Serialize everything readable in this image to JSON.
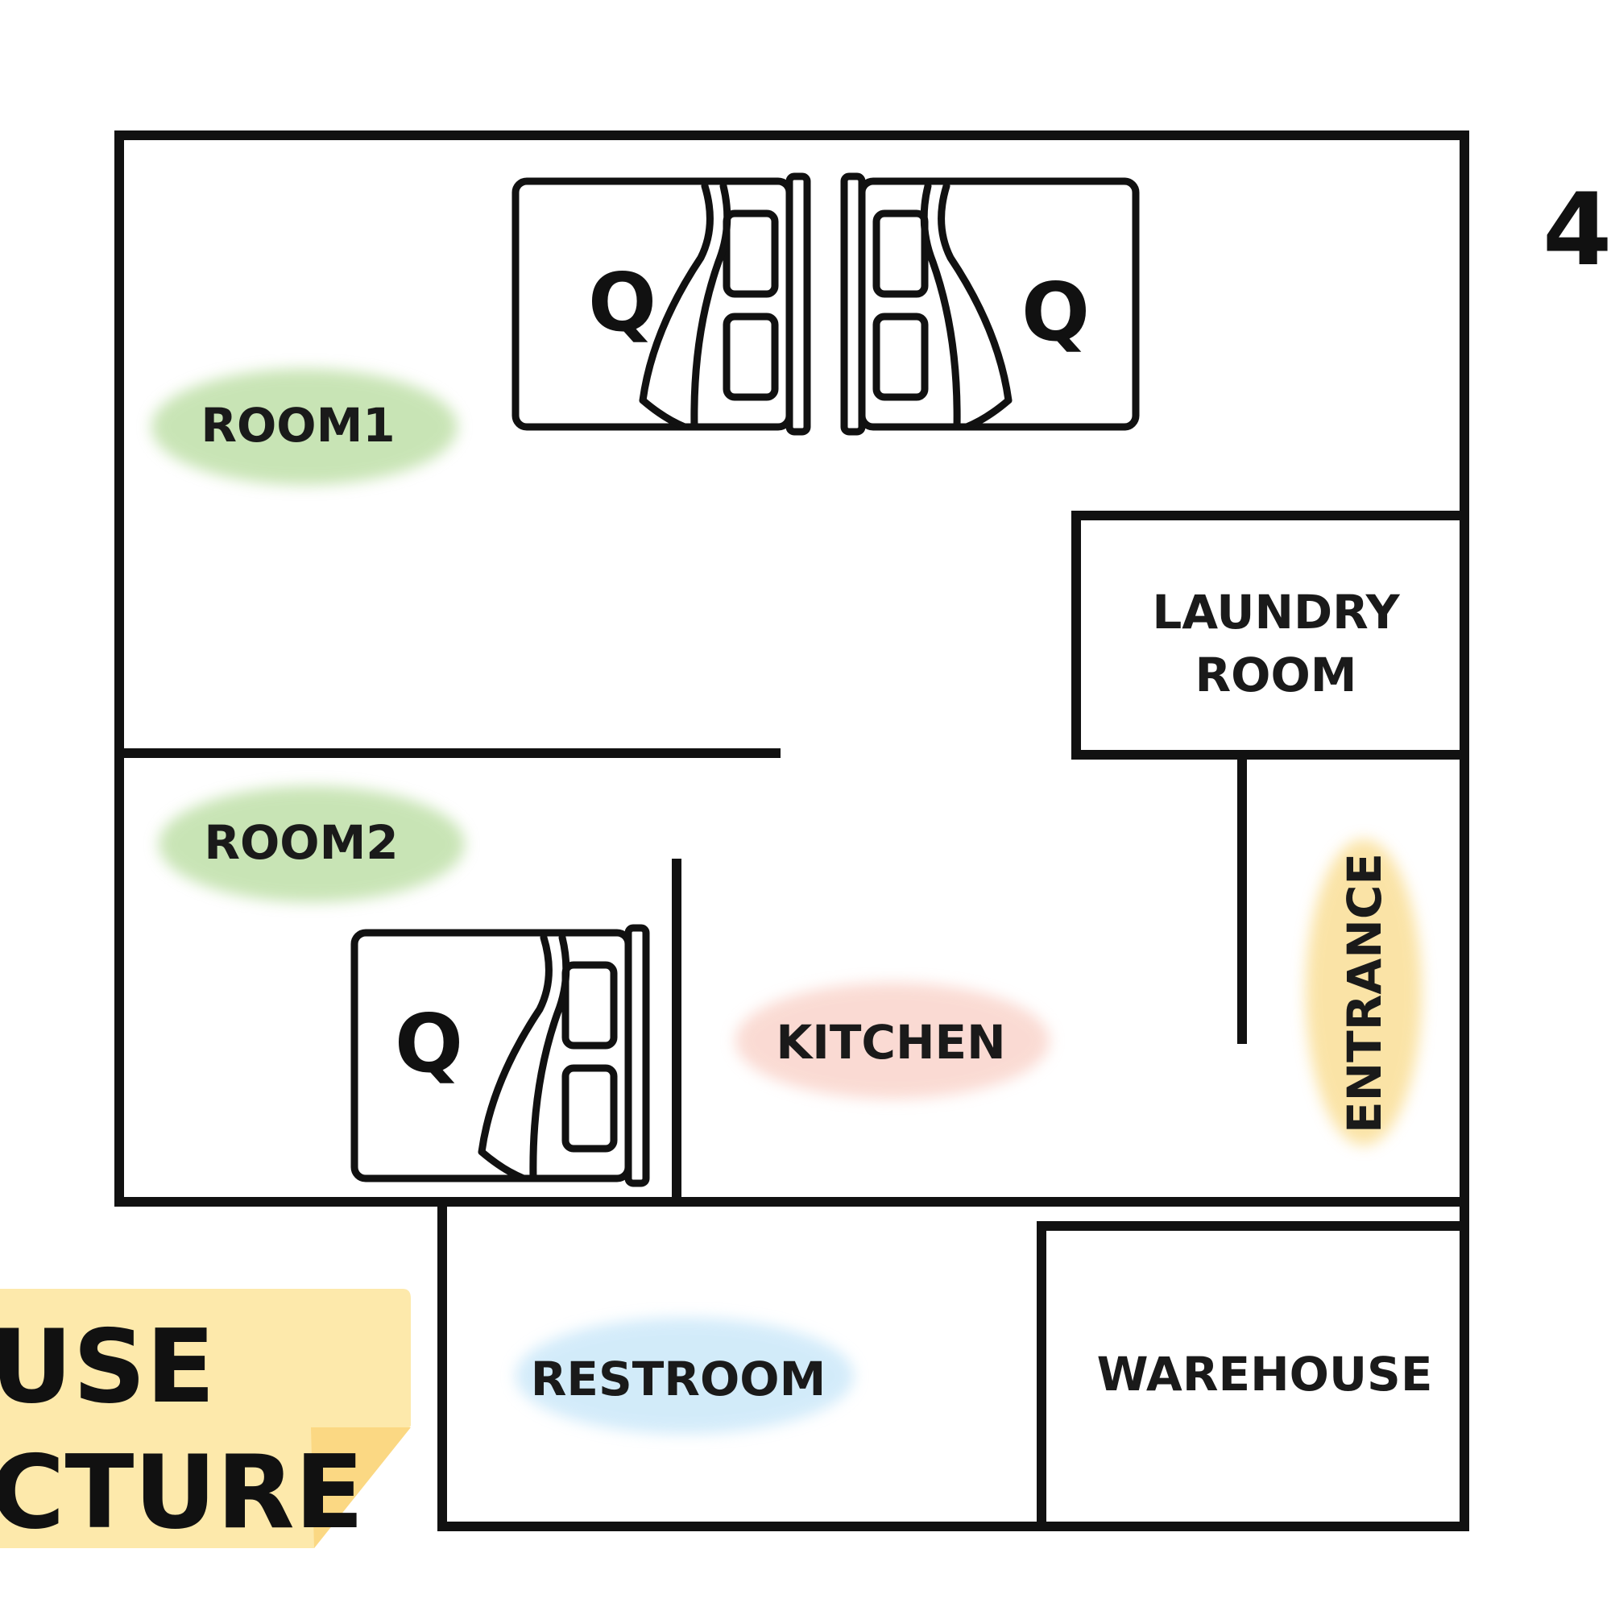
{
  "page_number": "4",
  "note": {
    "line1": "USE",
    "line2": "CTURE",
    "color": "#fde9ab",
    "fold_color": "#fbd883"
  },
  "rooms": {
    "room1": {
      "label": "ROOM1",
      "color": "#9ccf79"
    },
    "room2": {
      "label": "ROOM2",
      "color": "#9ccf79"
    },
    "laundry": {
      "line1": "LAUNDRY",
      "line2": "ROOM"
    },
    "entrance": {
      "label": "ENTRANCE",
      "color": "#f7cd5e"
    },
    "kitchen": {
      "label": "KITCHEN",
      "color": "#f6b7a8"
    },
    "restroom": {
      "label": "RESTROOM",
      "color": "#a7d8f5"
    },
    "warehouse": {
      "label": "WAREHOUSE"
    }
  },
  "beds": [
    {
      "size_label": "Q",
      "icon": "queen-bed-icon"
    },
    {
      "size_label": "Q",
      "icon": "queen-bed-icon"
    },
    {
      "size_label": "Q",
      "icon": "queen-bed-icon"
    }
  ]
}
